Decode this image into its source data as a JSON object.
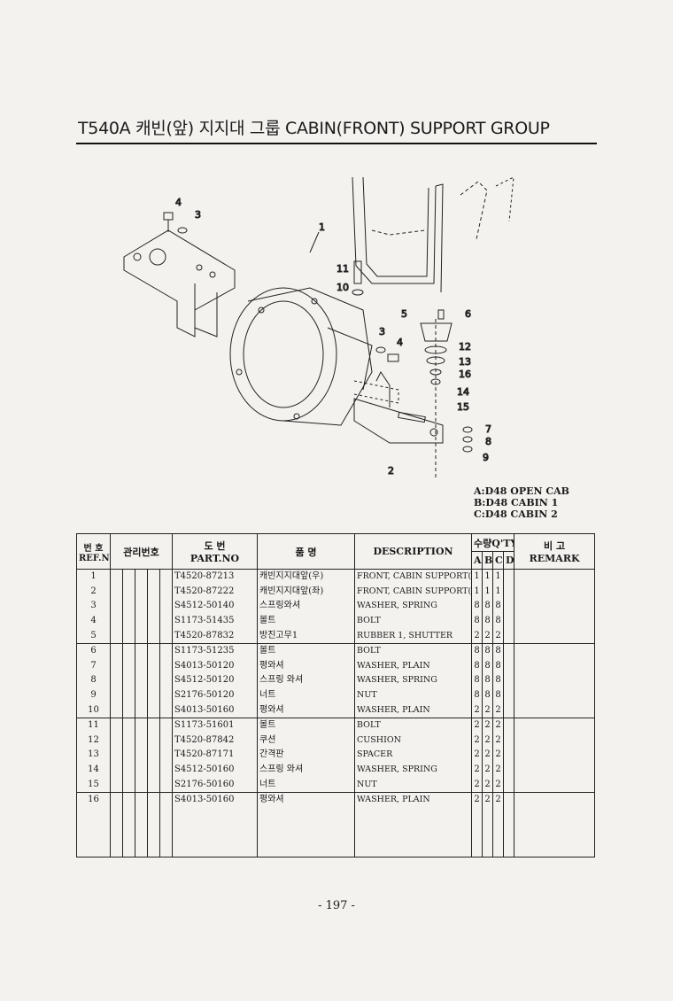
{
  "page": {
    "title": "T540A 캐빈(앞) 지지대 그룹 CABIN(FRONT) SUPPORT GROUP",
    "page_number": "- 197 -"
  },
  "diagram": {
    "callouts": [
      "1",
      "2",
      "3",
      "4",
      "3",
      "4",
      "5",
      "6",
      "7",
      "8",
      "9",
      "10",
      "11",
      "12",
      "13",
      "14",
      "15",
      "16"
    ]
  },
  "legend": {
    "a": "A:D48 OPEN CAB",
    "b": "B:D48 CABIN 1",
    "c": "C:D48 CABIN 2"
  },
  "table": {
    "headers": {
      "ref_kr": "번 호",
      "ref_en": "REF.NO",
      "mgmt_kr": "관리번호",
      "part_kr": "도 번",
      "part_en": "PART.NO",
      "name_kr": "품 명",
      "description": "DESCRIPTION",
      "qty_kr": "수량Q'TY",
      "qty_a": "A",
      "qty_b": "B",
      "qty_c": "C",
      "qty_d": "D",
      "remark_kr": "비 고",
      "remark_en": "REMARK"
    },
    "rows": [
      {
        "ref": "1",
        "part": "T4520-87213",
        "name": "캐빈지지대앞(우)",
        "desc": "FRONT, CABIN SUPPORT(RH)",
        "a": "1",
        "b": "1",
        "c": "1"
      },
      {
        "ref": "2",
        "part": "T4520-87222",
        "name": "캐빈지지대앞(좌)",
        "desc": "FRONT, CABIN SUPPORT(LH)",
        "a": "1",
        "b": "1",
        "c": "1"
      },
      {
        "ref": "3",
        "part": "S4512-50140",
        "name": "스프링와셔",
        "desc": "WASHER, SPRING",
        "a": "8",
        "b": "8",
        "c": "8"
      },
      {
        "ref": "4",
        "part": "S1173-51435",
        "name": "볼트",
        "desc": "BOLT",
        "a": "8",
        "b": "8",
        "c": "8"
      },
      {
        "ref": "5",
        "part": "T4520-87832",
        "name": "방진고무1",
        "desc": "RUBBER 1, SHUTTER",
        "a": "2",
        "b": "2",
        "c": "2"
      },
      {
        "ref": "6",
        "part": "S1173-51235",
        "name": "볼트",
        "desc": "BOLT",
        "a": "8",
        "b": "8",
        "c": "8"
      },
      {
        "ref": "7",
        "part": "S4013-50120",
        "name": "평와셔",
        "desc": "WASHER, PLAIN",
        "a": "8",
        "b": "8",
        "c": "8"
      },
      {
        "ref": "8",
        "part": "S4512-50120",
        "name": "스프링 와셔",
        "desc": "WASHER, SPRING",
        "a": "8",
        "b": "8",
        "c": "8"
      },
      {
        "ref": "9",
        "part": "S2176-50120",
        "name": "너트",
        "desc": "NUT",
        "a": "8",
        "b": "8",
        "c": "8"
      },
      {
        "ref": "10",
        "part": "S4013-50160",
        "name": "평와셔",
        "desc": "WASHER, PLAIN",
        "a": "2",
        "b": "2",
        "c": "2"
      },
      {
        "ref": "11",
        "part": "S1173-51601",
        "name": "볼트",
        "desc": "BOLT",
        "a": "2",
        "b": "2",
        "c": "2"
      },
      {
        "ref": "12",
        "part": "T4520-87842",
        "name": "쿠션",
        "desc": "CUSHION",
        "a": "2",
        "b": "2",
        "c": "2"
      },
      {
        "ref": "13",
        "part": "T4520-87171",
        "name": "간격판",
        "desc": "SPACER",
        "a": "2",
        "b": "2",
        "c": "2"
      },
      {
        "ref": "14",
        "part": "S4512-50160",
        "name": "스프링 와셔",
        "desc": "WASHER, SPRING",
        "a": "2",
        "b": "2",
        "c": "2"
      },
      {
        "ref": "15",
        "part": "S2176-50160",
        "name": "너트",
        "desc": "NUT",
        "a": "2",
        "b": "2",
        "c": "2"
      },
      {
        "ref": "16",
        "part": "S4013-50160",
        "name": "평와셔",
        "desc": "WASHER, PLAIN",
        "a": "2",
        "b": "2",
        "c": "2"
      }
    ]
  }
}
